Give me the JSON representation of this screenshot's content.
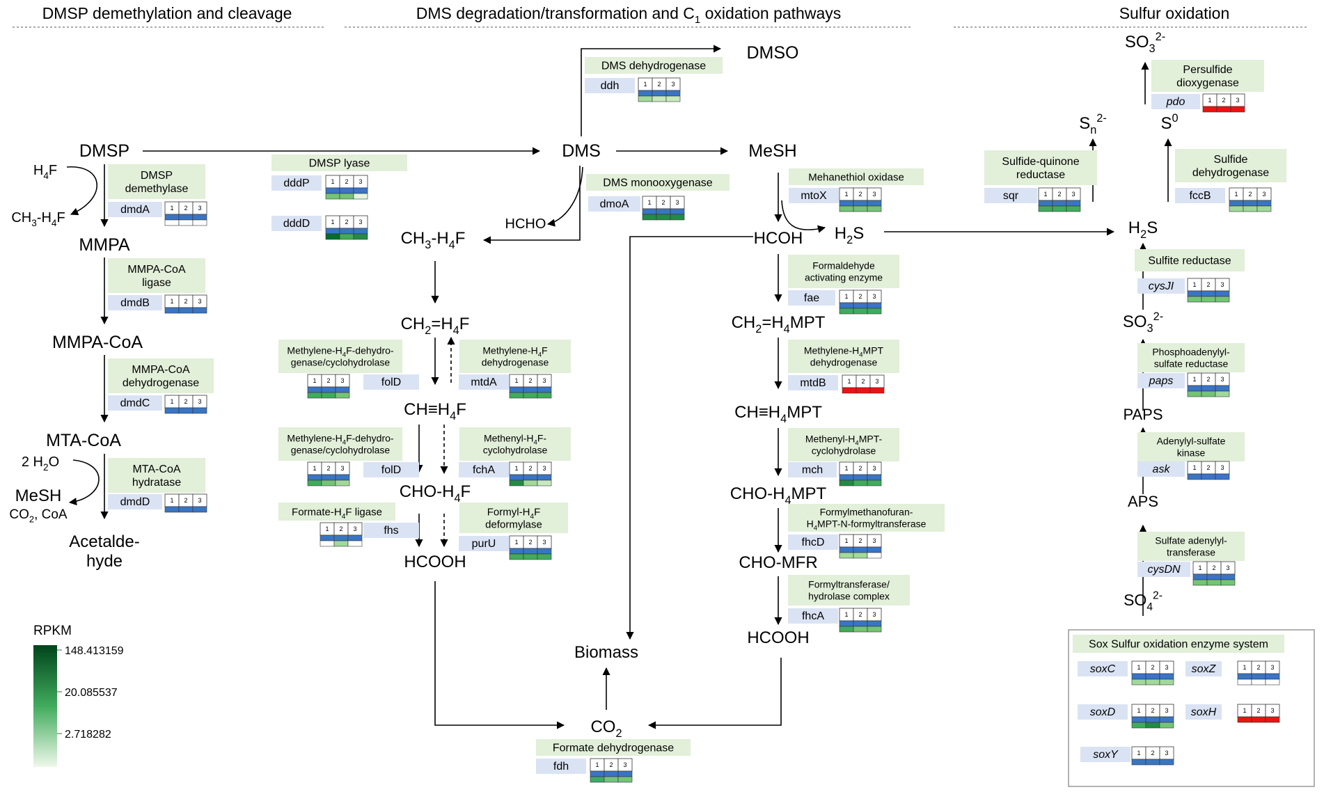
{
  "sections": {
    "demethylation": "DMSP demethylation and cleavage",
    "dms_pre": "DMS degradation/transformation and C",
    "dms_sub": "1",
    "dms_post": " oxidation pathways",
    "sulfur": "Sulfur oxidation"
  },
  "compounds": [
    {
      "id": "dmsp",
      "parts": [
        [
          "DMSP",
          ""
        ]
      ]
    },
    {
      "id": "h4f",
      "parts": [
        [
          "H",
          ""
        ],
        [
          "4",
          "sub"
        ],
        [
          "F",
          ""
        ]
      ]
    },
    {
      "id": "ch3h4f_left",
      "parts": [
        [
          "CH",
          ""
        ],
        [
          "3",
          "sub"
        ],
        [
          "-H",
          ""
        ],
        [
          "4",
          "sub"
        ],
        [
          "F",
          ""
        ]
      ]
    },
    {
      "id": "mmpa",
      "parts": [
        [
          "MMPA",
          ""
        ]
      ]
    },
    {
      "id": "mmpacoa",
      "parts": [
        [
          "MMPA-CoA",
          ""
        ]
      ]
    },
    {
      "id": "mtacoa",
      "parts": [
        [
          "MTA-CoA",
          ""
        ]
      ]
    },
    {
      "id": "h2o",
      "parts": [
        [
          "2 H",
          ""
        ],
        [
          "2",
          "sub"
        ],
        [
          "O",
          ""
        ]
      ]
    },
    {
      "id": "mesh_left",
      "parts": [
        [
          "MeSH",
          ""
        ]
      ]
    },
    {
      "id": "co2coa",
      "parts": [
        [
          "CO",
          ""
        ],
        [
          "2",
          "sub"
        ],
        [
          ", CoA",
          ""
        ]
      ]
    },
    {
      "id": "acetalde1",
      "parts": [
        [
          "Acetalde-",
          ""
        ]
      ]
    },
    {
      "id": "acetalde2",
      "parts": [
        [
          "hyde",
          ""
        ]
      ]
    },
    {
      "id": "dms",
      "parts": [
        [
          "DMS",
          ""
        ]
      ]
    },
    {
      "id": "dmso",
      "parts": [
        [
          "DMSO",
          ""
        ]
      ]
    },
    {
      "id": "mesh",
      "parts": [
        [
          "MeSH",
          ""
        ]
      ]
    },
    {
      "id": "hcho",
      "parts": [
        [
          "HCHO",
          ""
        ]
      ]
    },
    {
      "id": "ch3h4f",
      "parts": [
        [
          "CH",
          ""
        ],
        [
          "3",
          "sub"
        ],
        [
          "-H",
          ""
        ],
        [
          "4",
          "sub"
        ],
        [
          "F",
          ""
        ]
      ]
    },
    {
      "id": "ch2h4f",
      "parts": [
        [
          "CH",
          ""
        ],
        [
          "2",
          "sub"
        ],
        [
          "=H",
          ""
        ],
        [
          "4",
          "sub"
        ],
        [
          "F",
          ""
        ]
      ]
    },
    {
      "id": "chh4f",
      "parts": [
        [
          "CH≡H",
          ""
        ],
        [
          "4",
          "sub"
        ],
        [
          "F",
          ""
        ]
      ]
    },
    {
      "id": "choh4f",
      "parts": [
        [
          "CHO-H",
          ""
        ],
        [
          "4",
          "sub"
        ],
        [
          "F",
          ""
        ]
      ]
    },
    {
      "id": "hcooh_l",
      "parts": [
        [
          "HCOOH",
          ""
        ]
      ]
    },
    {
      "id": "hcoh",
      "parts": [
        [
          "HCOH",
          ""
        ]
      ]
    },
    {
      "id": "h2s_mid",
      "parts": [
        [
          "H",
          ""
        ],
        [
          "2",
          "sub"
        ],
        [
          "S",
          ""
        ]
      ]
    },
    {
      "id": "ch2h4mpt",
      "parts": [
        [
          "CH",
          ""
        ],
        [
          "2",
          "sub"
        ],
        [
          "=H",
          ""
        ],
        [
          "4",
          "sub"
        ],
        [
          "MPT",
          ""
        ]
      ]
    },
    {
      "id": "chh4mpt",
      "parts": [
        [
          "CH≡H",
          ""
        ],
        [
          "4",
          "sub"
        ],
        [
          "MPT",
          ""
        ]
      ]
    },
    {
      "id": "choh4mpt",
      "parts": [
        [
          "CHO-H",
          ""
        ],
        [
          "4",
          "sub"
        ],
        [
          "MPT",
          ""
        ]
      ]
    },
    {
      "id": "chomfr",
      "parts": [
        [
          "CHO-MFR",
          ""
        ]
      ]
    },
    {
      "id": "hcooh_r",
      "parts": [
        [
          "HCOOH",
          ""
        ]
      ]
    },
    {
      "id": "biomass",
      "parts": [
        [
          "Biomass",
          ""
        ]
      ]
    },
    {
      "id": "co2",
      "parts": [
        [
          "CO",
          ""
        ],
        [
          "2",
          "sub"
        ]
      ]
    },
    {
      "id": "so3top",
      "parts": [
        [
          "SO",
          ""
        ],
        [
          "3",
          "sub"
        ],
        [
          "2-",
          "sup"
        ]
      ]
    },
    {
      "id": "sn2",
      "parts": [
        [
          "S",
          ""
        ],
        [
          "n",
          "sub"
        ],
        [
          "2-",
          "sup"
        ]
      ]
    },
    {
      "id": "s0",
      "parts": [
        [
          "S",
          ""
        ],
        [
          "0",
          "sup"
        ]
      ]
    },
    {
      "id": "h2s_r",
      "parts": [
        [
          "H",
          ""
        ],
        [
          "2",
          "sub"
        ],
        [
          "S",
          ""
        ]
      ]
    },
    {
      "id": "so3mid",
      "parts": [
        [
          "SO",
          ""
        ],
        [
          "3",
          "sub"
        ],
        [
          "2-",
          "sup"
        ]
      ]
    },
    {
      "id": "paps",
      "parts": [
        [
          "PAPS",
          ""
        ]
      ]
    },
    {
      "id": "aps",
      "parts": [
        [
          "APS",
          ""
        ]
      ]
    },
    {
      "id": "so4",
      "parts": [
        [
          "SO",
          ""
        ],
        [
          "4",
          "sub"
        ],
        [
          "2-",
          "sup"
        ]
      ]
    }
  ],
  "enzymes": [
    {
      "id": "dmsp_demethylase",
      "lines": [
        [
          [
            "DMSP",
            ""
          ]
        ],
        [
          [
            "demethylase",
            ""
          ]
        ]
      ]
    },
    {
      "id": "mmpa_coa_ligase",
      "lines": [
        [
          [
            "MMPA-CoA",
            ""
          ]
        ],
        [
          [
            "ligase",
            ""
          ]
        ]
      ]
    },
    {
      "id": "mmpa_coa_dh",
      "lines": [
        [
          [
            "MMPA-CoA",
            ""
          ]
        ],
        [
          [
            "dehydrogenase",
            ""
          ]
        ]
      ]
    },
    {
      "id": "mta_coa_hydratase",
      "lines": [
        [
          [
            "MTA-CoA",
            ""
          ]
        ],
        [
          [
            "hydratase",
            ""
          ]
        ]
      ]
    },
    {
      "id": "dmsp_lyase",
      "lines": [
        [
          [
            "DMSP lyase",
            ""
          ]
        ]
      ]
    },
    {
      "id": "dms_dh",
      "lines": [
        [
          [
            "DMS dehydrogenase",
            ""
          ]
        ]
      ]
    },
    {
      "id": "dms_mono",
      "lines": [
        [
          [
            "DMS monooxygenase",
            ""
          ]
        ]
      ]
    },
    {
      "id": "mthf_dh_cyc1",
      "lines": [
        [
          [
            "Methylene-H",
            ""
          ],
          [
            "4",
            "sub"
          ],
          [
            "F-dehydro-",
            ""
          ]
        ],
        [
          [
            "genase/cyclohydrolase",
            ""
          ]
        ]
      ]
    },
    {
      "id": "mthf_dh",
      "lines": [
        [
          [
            "Methylene-H",
            ""
          ],
          [
            "4",
            "sub"
          ],
          [
            "F",
            ""
          ]
        ],
        [
          [
            "dehydrogenase",
            ""
          ]
        ]
      ]
    },
    {
      "id": "mthf_dh_cyc2",
      "lines": [
        [
          [
            "Methylene-H",
            ""
          ],
          [
            "4",
            "sub"
          ],
          [
            "F-dehydro-",
            ""
          ]
        ],
        [
          [
            "genase/cyclohydrolase",
            ""
          ]
        ]
      ]
    },
    {
      "id": "methenyl_h4f",
      "lines": [
        [
          [
            "Methenyl-H",
            ""
          ],
          [
            "4",
            "sub"
          ],
          [
            "F-",
            ""
          ]
        ],
        [
          [
            "cyclohydrolase",
            ""
          ]
        ]
      ]
    },
    {
      "id": "formate_h4f",
      "lines": [
        [
          [
            "Formate-H",
            ""
          ],
          [
            "4",
            "sub"
          ],
          [
            "F ligase",
            ""
          ]
        ]
      ]
    },
    {
      "id": "formyl_h4f",
      "lines": [
        [
          [
            "Formyl-H",
            ""
          ],
          [
            "4",
            "sub"
          ],
          [
            "F",
            ""
          ]
        ],
        [
          [
            "deformylase",
            ""
          ]
        ]
      ]
    },
    {
      "id": "mtox",
      "lines": [
        [
          [
            "Mehanethiol  oxidase",
            ""
          ]
        ]
      ]
    },
    {
      "id": "fae",
      "lines": [
        [
          [
            "Formaldehyde",
            ""
          ]
        ],
        [
          [
            "activating enzyme",
            ""
          ]
        ]
      ]
    },
    {
      "id": "mtdb",
      "lines": [
        [
          [
            "Methylene-H",
            ""
          ],
          [
            "4",
            "sub"
          ],
          [
            "MPT",
            ""
          ]
        ],
        [
          [
            "dehydrogenase",
            ""
          ]
        ]
      ]
    },
    {
      "id": "mch",
      "lines": [
        [
          [
            "Methenyl-H",
            ""
          ],
          [
            "4",
            "sub"
          ],
          [
            "MPT-",
            ""
          ]
        ],
        [
          [
            "cyclohydrolase",
            ""
          ]
        ]
      ]
    },
    {
      "id": "fhcd",
      "lines": [
        [
          [
            "Formylmethanofuran-",
            ""
          ]
        ],
        [
          [
            "H",
            ""
          ],
          [
            "4",
            "sub"
          ],
          [
            "MPT-N-formyltransferase",
            ""
          ]
        ]
      ]
    },
    {
      "id": "fhca",
      "lines": [
        [
          [
            "Formyltransferase/",
            ""
          ]
        ],
        [
          [
            "hydrolase complex",
            ""
          ]
        ]
      ]
    },
    {
      "id": "fdh",
      "lines": [
        [
          [
            "Formate dehydrogenase",
            ""
          ]
        ]
      ]
    },
    {
      "id": "sqr",
      "lines": [
        [
          [
            "Sulfide-quinone",
            ""
          ]
        ],
        [
          [
            "reductase",
            ""
          ]
        ]
      ]
    },
    {
      "id": "pdo",
      "lines": [
        [
          [
            "Persulfide",
            ""
          ]
        ],
        [
          [
            "dioxygenase",
            ""
          ]
        ]
      ]
    },
    {
      "id": "fccb",
      "lines": [
        [
          [
            "Sulfide",
            ""
          ]
        ],
        [
          [
            "dehydrogenase",
            ""
          ]
        ]
      ]
    },
    {
      "id": "sulfite_red",
      "lines": [
        [
          [
            "Sulfite  reductase",
            ""
          ]
        ]
      ]
    },
    {
      "id": "paps_red",
      "lines": [
        [
          [
            "Phosphoadenylyl-",
            ""
          ]
        ],
        [
          [
            "sulfate reductase",
            ""
          ]
        ]
      ]
    },
    {
      "id": "aps_kinase",
      "lines": [
        [
          [
            "Adenylyl-sulfate",
            ""
          ]
        ],
        [
          [
            "kinase",
            ""
          ]
        ]
      ]
    },
    {
      "id": "sat",
      "lines": [
        [
          [
            "Sulfate adenylyl-",
            ""
          ]
        ],
        [
          [
            "transferase",
            ""
          ]
        ]
      ]
    },
    {
      "id": "sox_title",
      "lines": [
        [
          [
            "Sox Sulfur oxidation  enzyme system",
            ""
          ]
        ]
      ]
    }
  ],
  "genes": [
    {
      "id": "dmdA",
      "name": "dmdA",
      "italic": false,
      "row1": "blue",
      "row2": [
        "#ffffff",
        "#ffffff",
        "#ffffff"
      ]
    },
    {
      "id": "dmdB",
      "name": "dmdB",
      "italic": false,
      "row1": "blue",
      "row2": null
    },
    {
      "id": "dmdC",
      "name": "dmdC",
      "italic": false,
      "row1": "blue",
      "row2": null
    },
    {
      "id": "dmdD",
      "name": "dmdD",
      "italic": false,
      "row1": "blue",
      "row2": null
    },
    {
      "id": "dddP",
      "name": "dddP",
      "italic": false,
      "row1": "blue",
      "row2": [
        "#74c476",
        "#74c476",
        "#e5f5e0"
      ]
    },
    {
      "id": "dddD",
      "name": "dddD",
      "italic": false,
      "row1": "blue",
      "row2": [
        "#006d2c",
        "#41ab5d",
        "#238b45"
      ]
    },
    {
      "id": "ddh",
      "name": "ddh",
      "italic": false,
      "row1": "blue",
      "row2": [
        "#a1d99b",
        "#c7e9c0",
        "#c7e9c0"
      ]
    },
    {
      "id": "dmoA",
      "name": "dmoA",
      "italic": false,
      "row1": "blue",
      "row2": [
        "#238b45",
        "#238b45",
        "#238b45"
      ]
    },
    {
      "id": "folD1",
      "name": "folD",
      "italic": false,
      "row1": "blue",
      "row2": [
        "#41ab5d",
        "#41ab5d",
        "#74c476"
      ]
    },
    {
      "id": "mtdA",
      "name": "mtdA",
      "italic": false,
      "row1": "blue",
      "row2": [
        "#41ab5d",
        "#41ab5d",
        "#41ab5d"
      ]
    },
    {
      "id": "folD2",
      "name": "folD",
      "italic": false,
      "row1": "blue",
      "row2": [
        "#41ab5d",
        "#74c476",
        "#a1d99b"
      ]
    },
    {
      "id": "fchA",
      "name": "fchA",
      "italic": false,
      "row1": "blue",
      "row2": [
        "#238b45",
        "#a1d99b",
        "#c7e9c0"
      ]
    },
    {
      "id": "fhs",
      "name": "fhs",
      "italic": false,
      "row1": "blue",
      "row2": [
        "#ffffff",
        "#a1d99b",
        "#ffffff"
      ]
    },
    {
      "id": "purU",
      "name": "purU",
      "italic": false,
      "row1": "blue",
      "row2": [
        "#41ab5d",
        "#41ab5d",
        "#41ab5d"
      ]
    },
    {
      "id": "mtoX",
      "name": "mtoX",
      "italic": false,
      "row1": "blue",
      "row2": [
        "#74c476",
        "#74c476",
        "#74c476"
      ]
    },
    {
      "id": "fae",
      "name": "fae",
      "italic": false,
      "row1": "blue",
      "row2": [
        "#41ab5d",
        "#41ab5d",
        "#41ab5d"
      ]
    },
    {
      "id": "mtdB",
      "name": "mtdB",
      "italic": false,
      "row1": "red",
      "row2": null
    },
    {
      "id": "mch",
      "name": "mch",
      "italic": false,
      "row1": "blue",
      "row2": [
        "#238b45",
        "#41ab5d",
        "#41ab5d"
      ]
    },
    {
      "id": "fhcD",
      "name": "fhcD",
      "italic": false,
      "row1": "blue",
      "row2": [
        "#a1d99b",
        "#a1d99b",
        "#ffffff"
      ]
    },
    {
      "id": "fhcA",
      "name": "fhcA",
      "italic": false,
      "row1": "blue",
      "row2": [
        "#41ab5d",
        "#74c476",
        "#74c476"
      ]
    },
    {
      "id": "fdh",
      "name": "fdh",
      "italic": false,
      "row1": "blue",
      "row2": [
        "#41ab5d",
        "#74c476",
        "#74c476"
      ]
    },
    {
      "id": "sqr",
      "name": "sqr",
      "italic": false,
      "row1": "blue",
      "row2": [
        "#41ab5d",
        "#41ab5d",
        "#41ab5d"
      ]
    },
    {
      "id": "pdo",
      "name": "pdo",
      "italic": true,
      "row1": "red",
      "row2": null
    },
    {
      "id": "fccB",
      "name": "fccB",
      "italic": false,
      "row1": "blue",
      "row2": [
        "#a1d99b",
        "#a1d99b",
        "#a1d99b"
      ]
    },
    {
      "id": "cysJI",
      "name": "cysJI",
      "italic": true,
      "row1": "blue",
      "row2": [
        "#74c476",
        "#74c476",
        "#74c476"
      ]
    },
    {
      "id": "paps",
      "name": "paps",
      "italic": true,
      "row1": "blue",
      "row2": [
        "#74c476",
        "#74c476",
        "#a1d99b"
      ]
    },
    {
      "id": "ask",
      "name": "ask",
      "italic": true,
      "row1": "blue",
      "row2": null
    },
    {
      "id": "cysDN",
      "name": "cysDN",
      "italic": true,
      "row1": "blue",
      "row2": [
        "#74c476",
        "#74c476",
        "#74c476"
      ]
    },
    {
      "id": "soxC",
      "name": "soxC",
      "italic": true,
      "row1": "blue",
      "row2": [
        "#a1d99b",
        "#a1d99b",
        "#a1d99b"
      ]
    },
    {
      "id": "soxZ",
      "name": "soxZ",
      "italic": true,
      "row1": "blue",
      "row2": [
        "#ffffff",
        "#ffffff",
        "#ffffff"
      ]
    },
    {
      "id": "soxD",
      "name": "soxD",
      "italic": true,
      "row1": "blue",
      "row2": [
        "#41ab5d",
        "#238b45",
        "#74c476"
      ]
    },
    {
      "id": "soxH",
      "name": "soxH",
      "italic": true,
      "row1": "red",
      "row2": null
    },
    {
      "id": "soxY",
      "name": "soxY",
      "italic": true,
      "row1": "blue",
      "row2": null
    }
  ],
  "heat_numbers": [
    "1",
    "2",
    "3"
  ],
  "colors": {
    "blue": "#3a75c4",
    "red": "#ee1111",
    "enzyme_bg": "#e2efd9",
    "gene_bg": "#dae3f3"
  },
  "legend": {
    "title": "RPKM",
    "ticks": [
      "148.413159",
      "20.085537",
      "2.718282"
    ],
    "gradient": [
      "#00441b",
      "#e5f5e0"
    ]
  }
}
